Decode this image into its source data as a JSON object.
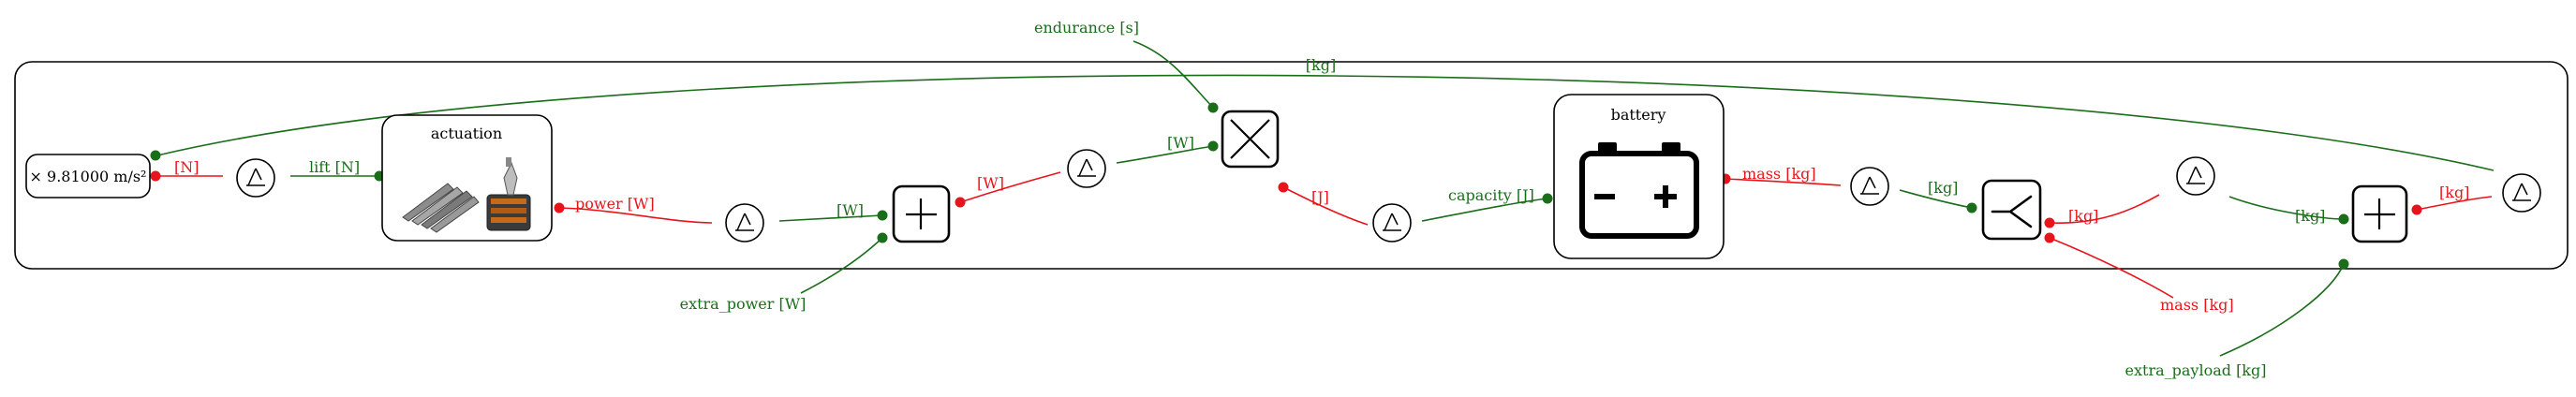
{
  "colors": {
    "green": "#1a6e1a",
    "red": "#e8141b",
    "outline": "#000000"
  },
  "system": {
    "label": "",
    "constant": "× 9.81000 m/s²"
  },
  "blocks": {
    "actuation": {
      "title": "actuation",
      "icon": "propeller-motor-image"
    },
    "battery": {
      "title": "battery",
      "icon": "battery-icon"
    },
    "multiply": {
      "icon": "multiply-icon"
    },
    "add_power": {
      "icon": "plus-icon"
    },
    "add_mass": {
      "icon": "plus-icon"
    },
    "split": {
      "icon": "split-icon"
    },
    "converter_icon": "converter-icon"
  },
  "labels": {
    "endurance": "endurance [s]",
    "kg_top": "[kg]",
    "N": "[N]",
    "lift": "lift [N]",
    "power": "power [W]",
    "W_sum": "[W]",
    "W_to_mult": "[W]",
    "W_out": "[W]",
    "J": "[J]",
    "capacity": "capacity [J]",
    "mass_batt": "mass [kg]",
    "kg_split_in": "[kg]",
    "kg_split_out": "[kg]",
    "kg_add_in": "[kg]",
    "kg_add_out": "[kg]",
    "mass_out": "mass [kg]",
    "extra_power": "extra_power [W]",
    "extra_payload": "extra_payload [kg]"
  }
}
